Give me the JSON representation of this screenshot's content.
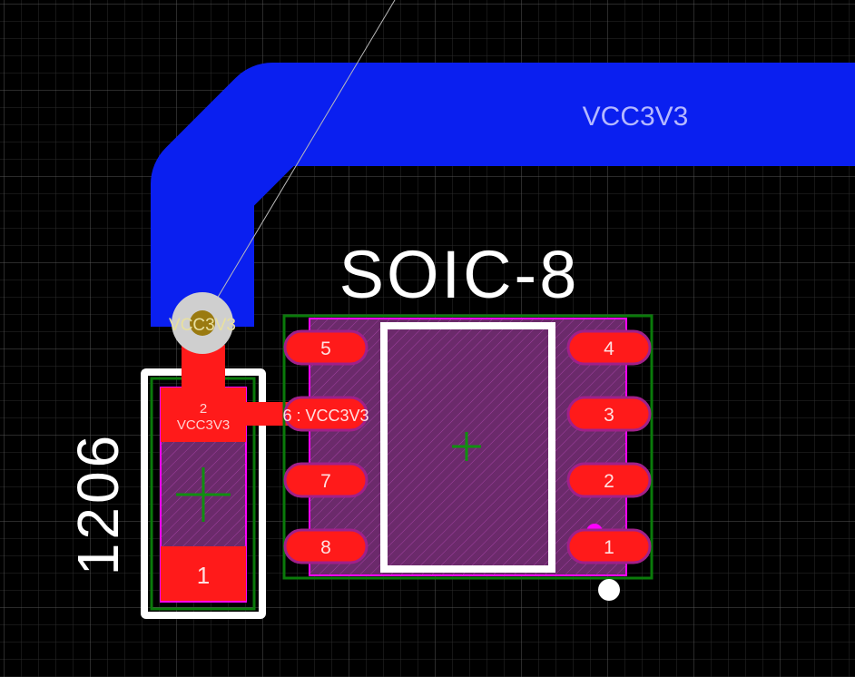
{
  "colors": {
    "background": "#000000",
    "grid": "#3a3a3a",
    "track": "#0a1ff0",
    "net_label": "#b4b8ff",
    "pad": "#ff1a1a",
    "pad_outline": "#a0208a",
    "body_fill": "#6b2a6b",
    "body_outline": "#ff00ff",
    "courtyard": "#0a7a0a",
    "silkscreen": "#ffffff",
    "via_ring": "#cfcfcf",
    "via_hole": "#9a7a10",
    "crosshair": "#109010"
  },
  "track": {
    "net": "VCC3V3"
  },
  "via": {
    "net": "VCC3V3"
  },
  "resistor": {
    "footprint": "1206",
    "pad2": {
      "number": "2",
      "net": "VCC3V3"
    },
    "pad1": {
      "number": "1"
    }
  },
  "ic": {
    "footprint": "SOIC-8",
    "pad6_label": "6 : VCC3V3",
    "left_pads": [
      "5",
      "7",
      "8"
    ],
    "right_pads": [
      "4",
      "3",
      "2",
      "1"
    ]
  }
}
